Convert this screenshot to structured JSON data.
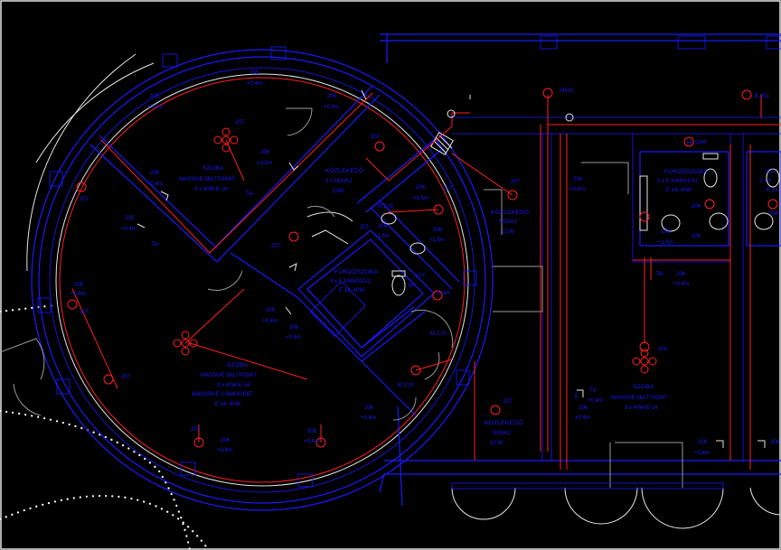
{
  "rooms": {
    "szoba_top": {
      "name": "SZOBA",
      "line1": "MASSIVE 56177/03/67",
      "line2": "3 x 40W-E 14"
    },
    "kozl_top": {
      "name": "KÖZLEKEDŐ",
      "line1": "2 x NOVA2",
      "line2": "22W"
    },
    "furdo_mid": {
      "name": "FÜRDŐSZOBA",
      "line1": "3 x 5 1069/01/31",
      "line2": "E 14, 40W"
    },
    "kozl_mid": {
      "name": "KÖZLEKEDŐ",
      "line1": "NOVA2",
      "line2": "22 W"
    },
    "szoba_bottom": {
      "name": "SZOBA",
      "line1": "MASSIVE 56177/03/67",
      "line2": "3 x 40W-E 14",
      "line3": "&MASSIVE 1 5640/01/67",
      "line4": "E 14, 40W"
    },
    "kozl_bottom": {
      "name": "KÖZLEKEDŐ",
      "line1": "NOVA2",
      "line2": "22 W"
    },
    "furdo_right": {
      "name": "FÜRDŐSZOBA",
      "line1": "2 x 5 1069/01/31",
      "line2": "E 14, 40W"
    },
    "furdo_far": {
      "name": "FÜ",
      "line1": "2 x 5",
      "line2": "E 14"
    },
    "szoba_right": {
      "name": "SZOBA",
      "line1": "MASSIVE 56177/03/67",
      "line2": "3 x 40W-E 14"
    }
  },
  "labels": {
    "c205": "205",
    "c206": "206",
    "c207": "207",
    "c208": "208",
    "c204": "204",
    "h04": "+0,4m",
    "h05": "+1,2m",
    "h15": "+1,5m",
    "tel": "Tel",
    "tv": "TV",
    "szell": "Szell.",
    "h201": "H201",
    "b201": "B 201",
    "m": "M",
    "m101": "M 1 01",
    "e": "E"
  },
  "colors": {
    "background": "#000000",
    "walls": "#1a1aff",
    "electrical": "#ff2020",
    "doors": "#9a9a9a",
    "outline": "#ffffff"
  }
}
